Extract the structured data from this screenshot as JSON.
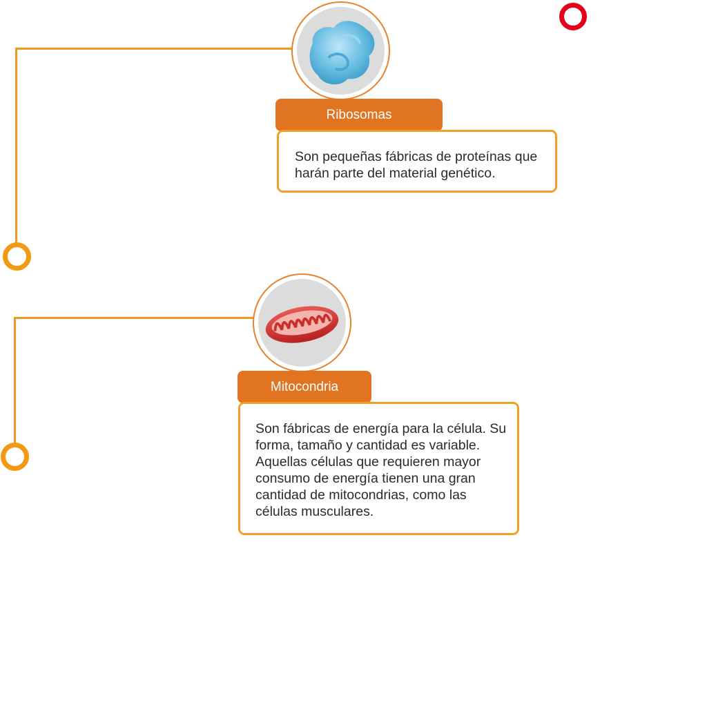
{
  "items": [
    {
      "title": "Ribosomas",
      "description": "Son pequeñas fábricas de proteínas que harán parte del material genético.",
      "image_icon": "ribosome-icon"
    },
    {
      "title": "Mitocondria",
      "description": "Son fábricas de energía para la célula. Su forma, tamaño y cantidad es variable. Aquellas células que requieren mayor consumo de energía tienen una gran cantidad de mitocondrias, como las células musculares.",
      "image_icon": "mitochondria-icon"
    }
  ],
  "colors": {
    "accent_orange": "#e07420",
    "connector_orange": "#ef9a1e",
    "node_red": "#e2001a",
    "text": "#2a2a2a"
  }
}
